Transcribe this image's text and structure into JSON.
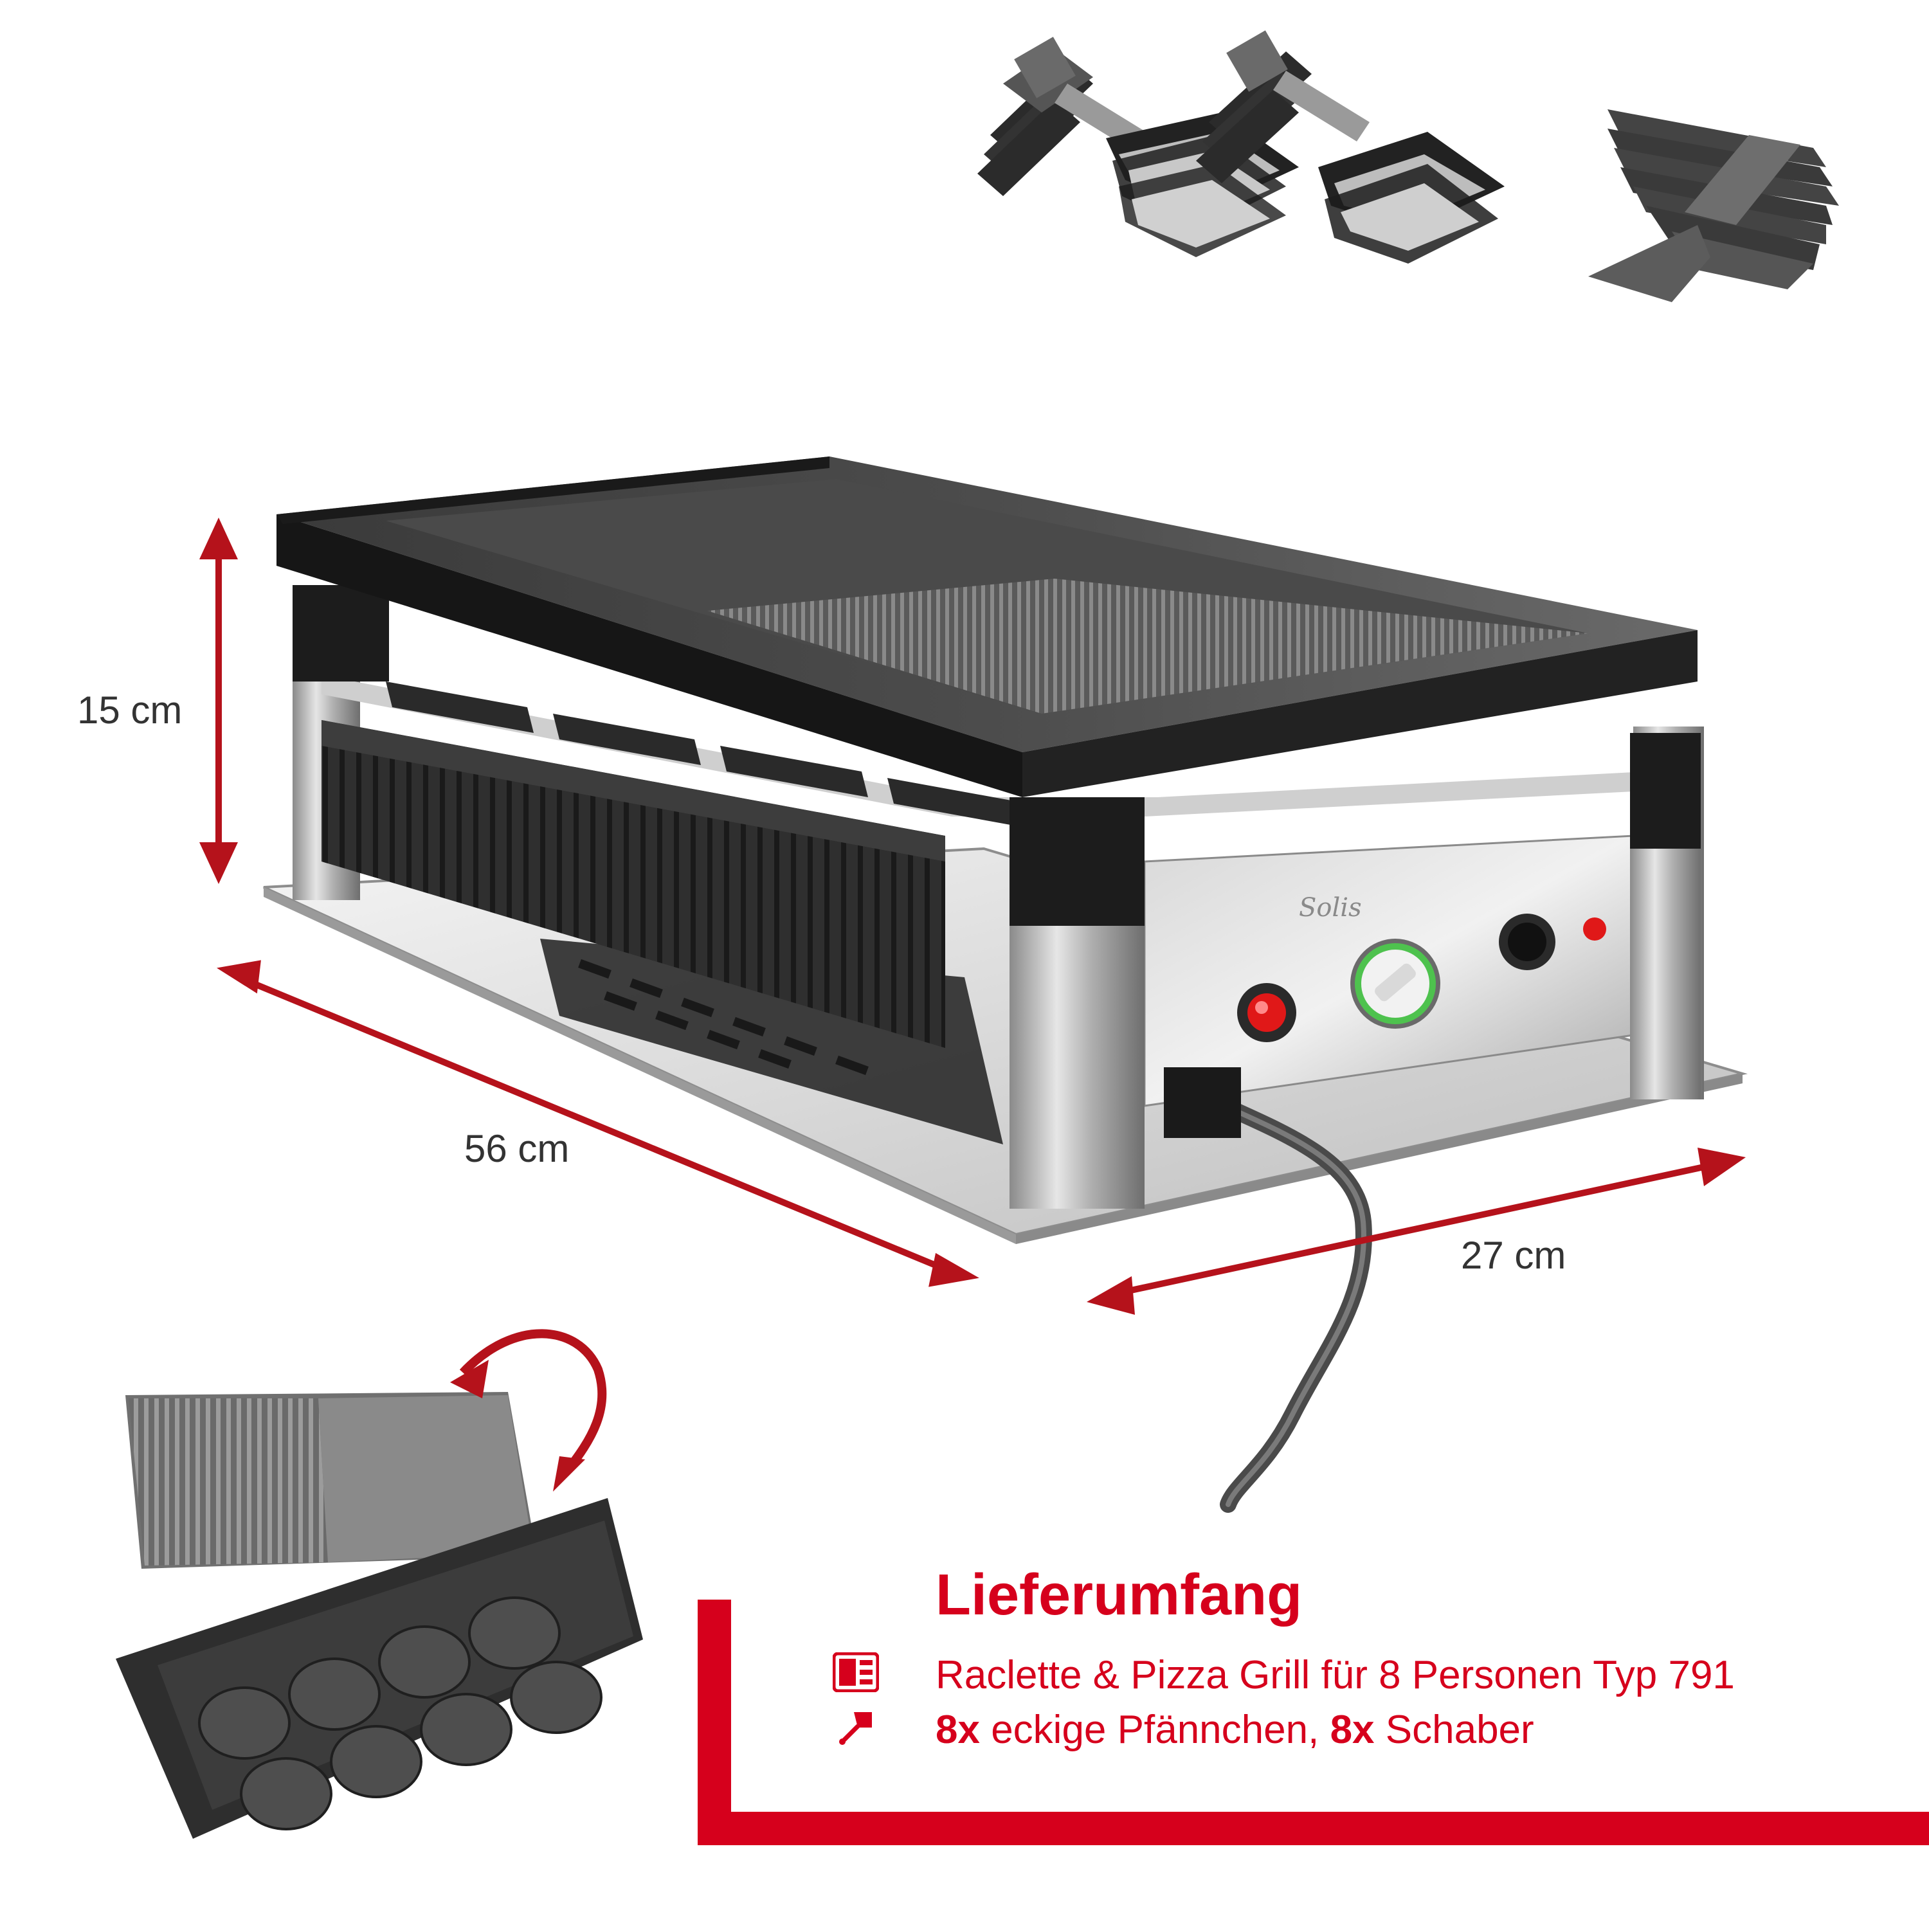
{
  "dimensions": {
    "height": "15 cm",
    "length": "56 cm",
    "width": "27 cm"
  },
  "scope_of_delivery": {
    "title": "Lieferumfang",
    "items": [
      {
        "icon": "raclette-grill-icon",
        "text": "Raclette & Pizza Grill für 8 Personen Typ 791"
      },
      {
        "icon": "pan-scraper-icon",
        "pans_count": "8x",
        "pans_text": " eckige Pfännchen, ",
        "scrapers_count": "8x",
        "scrapers_text": " Schaber"
      }
    ]
  },
  "colors": {
    "accent_red": "#d6001c",
    "arrow_red": "#b5121b",
    "label_gray": "#333333"
  }
}
